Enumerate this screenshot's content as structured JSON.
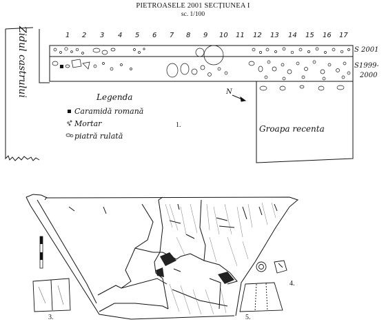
{
  "title": "PIETROASELE 2001 SECȚIUNEA I",
  "scale": "sc. 1/100",
  "wall_label": "Zidul castrului",
  "column_numbers": [
    "1",
    "2",
    "3",
    "4",
    "5",
    "6",
    "7",
    "8",
    "9",
    "10",
    "11",
    "12",
    "13",
    "14",
    "15",
    "16",
    "17"
  ],
  "row_labels": [
    "S 2001",
    "S1999-",
    "2000"
  ],
  "north_label": "N",
  "legend": {
    "title": "Legenda",
    "items": [
      "Caramidă romană",
      "Mortar",
      "piatră rulată"
    ]
  },
  "pit_label": "Groapa recenta",
  "figure_numbers": [
    "1.",
    "3.",
    "4.",
    "5."
  ]
}
